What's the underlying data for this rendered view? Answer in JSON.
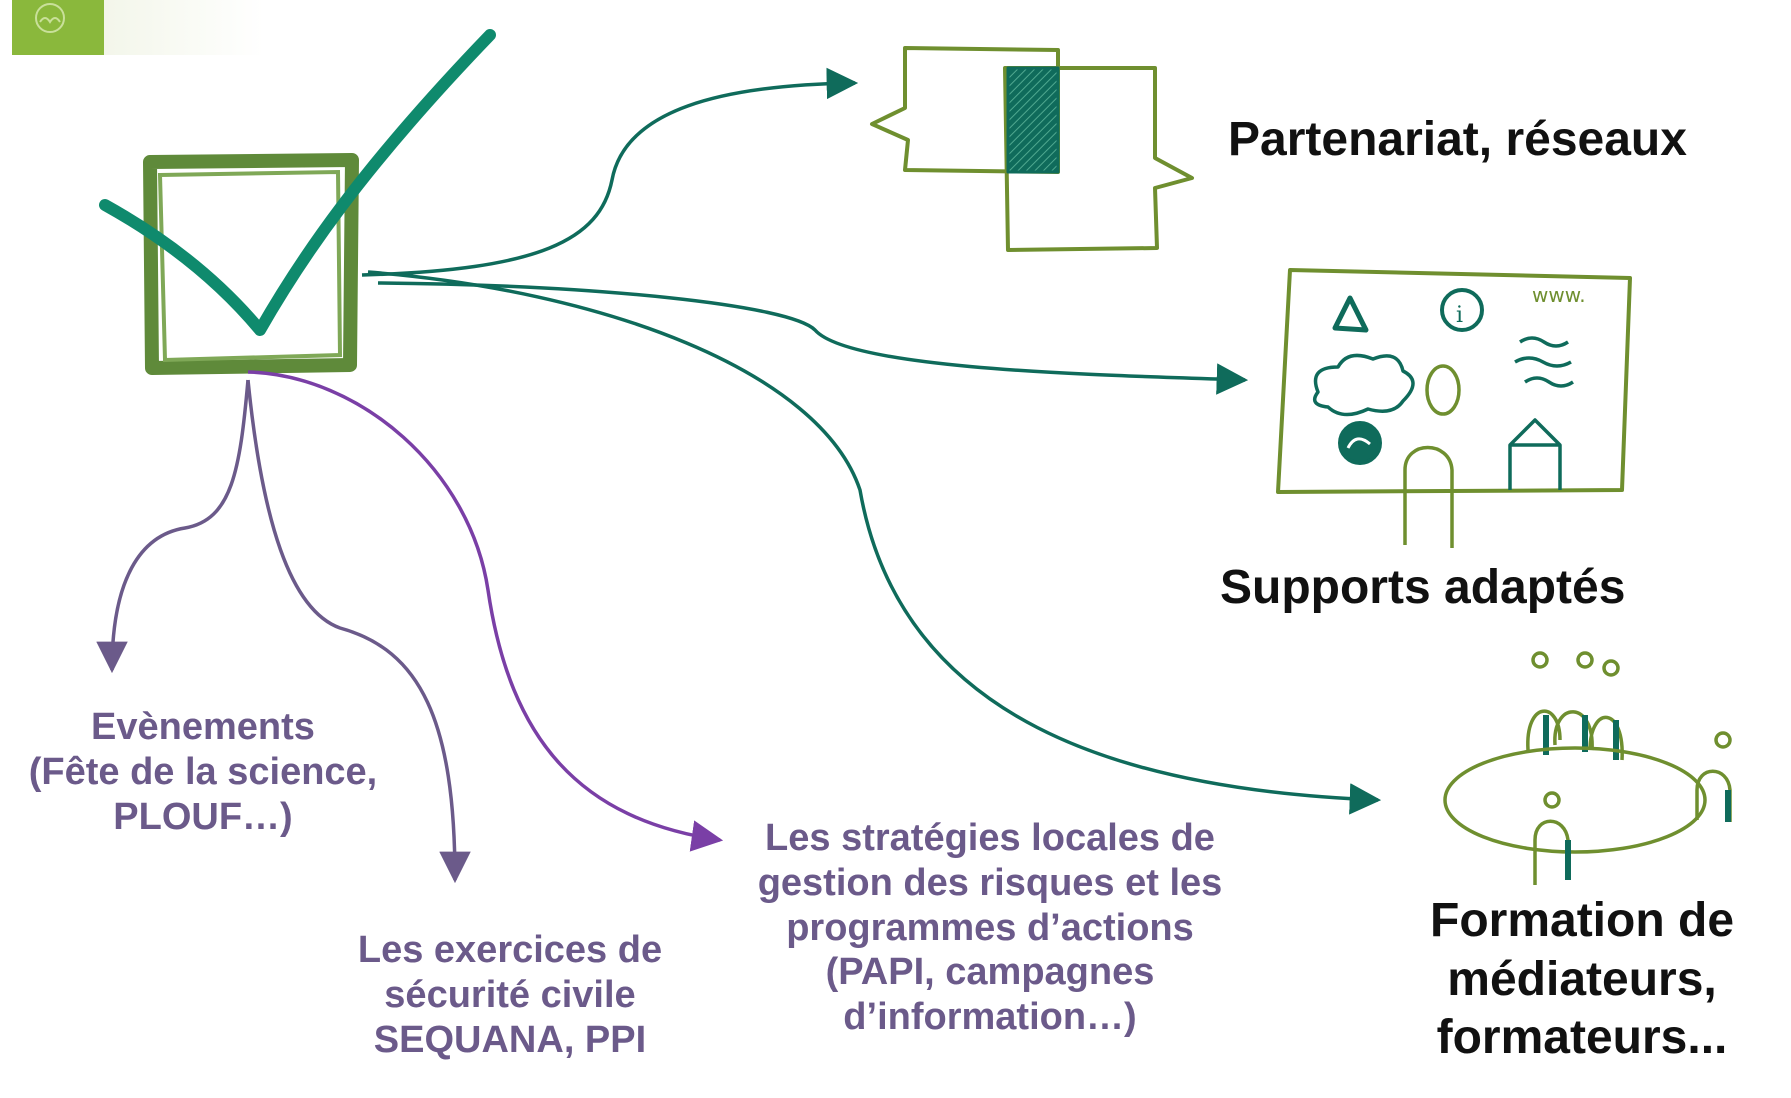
{
  "colors": {
    "teal": "#0f6b5b",
    "purple": "#7a3fa6",
    "purple_label": "#6b5a8a",
    "box_green": "#5f8a3a",
    "sketch_green": "#6f8f2f",
    "logo_green": "#8ab83c"
  },
  "icons": {
    "logo": "logo-badge-icon",
    "center": "checkbox-check-icon",
    "partnership": "puzzle-pieces-icon",
    "supports": "information-board-icon",
    "training": "meeting-table-icon"
  },
  "labels": {
    "partnership": [
      "Partenariat, réseaux"
    ],
    "supports": [
      "Supports adaptés"
    ],
    "training": [
      "Formation de",
      "médiateurs,",
      "formateurs..."
    ],
    "events": [
      "Evènements",
      "(Fête de la science,",
      "PLOUF…)"
    ],
    "exercises": [
      "Les exercices de",
      "sécurité civile",
      "SEQUANA, PPI"
    ],
    "strategies": [
      "Les stratégies locales de",
      "gestion des risques et les",
      "programmes d’actions",
      "(PAPI, campagnes",
      "d’information…)"
    ]
  }
}
